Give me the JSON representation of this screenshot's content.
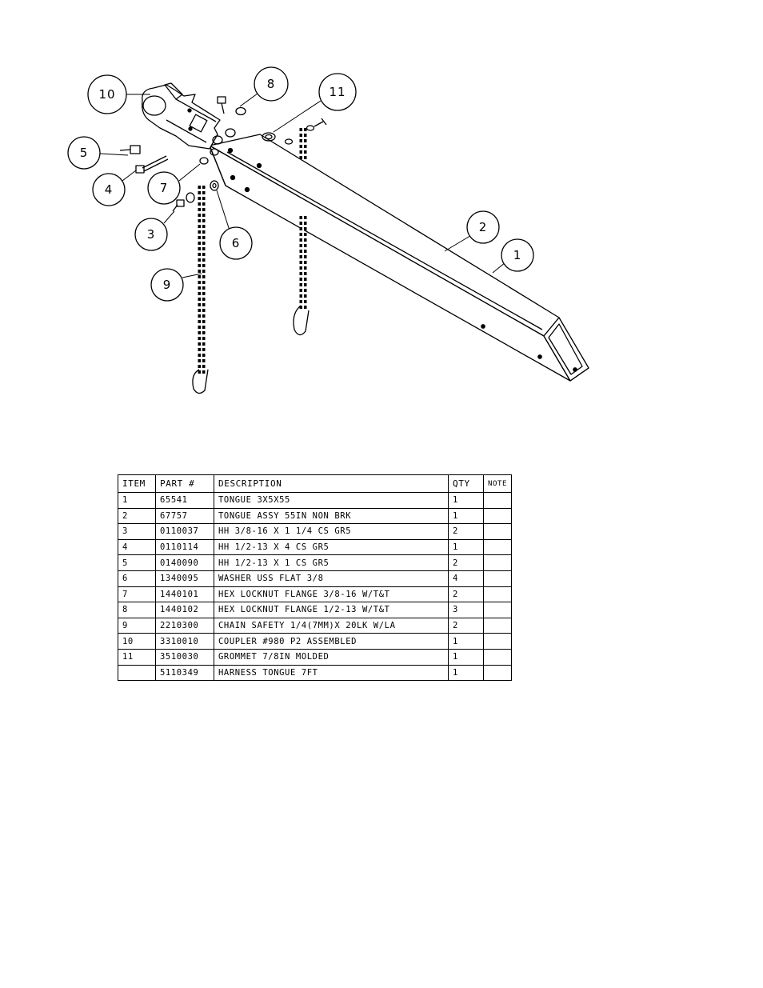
{
  "callouts": [
    {
      "label": "10"
    },
    {
      "label": "8"
    },
    {
      "label": "11"
    },
    {
      "label": "5"
    },
    {
      "label": "4"
    },
    {
      "label": "7"
    },
    {
      "label": "3"
    },
    {
      "label": "6"
    },
    {
      "label": "9"
    },
    {
      "label": "2"
    },
    {
      "label": "1"
    }
  ],
  "bom": {
    "headers": {
      "item": "ITEM",
      "part": "PART #",
      "description": "DESCRIPTION",
      "qty": "QTY",
      "note": "NOTE"
    },
    "rows": [
      {
        "item": "1",
        "part": "65541",
        "description": "TONGUE 3X5X55",
        "qty": "1",
        "note": ""
      },
      {
        "item": "2",
        "part": "67757",
        "description": "TONGUE ASSY 55IN NON BRK",
        "qty": "1",
        "note": ""
      },
      {
        "item": "3",
        "part": "0110037",
        "description": "HH 3/8-16 X 1 1/4 CS GR5",
        "qty": "2",
        "note": ""
      },
      {
        "item": "4",
        "part": "0110114",
        "description": "HH 1/2-13 X 4 CS GR5",
        "qty": "1",
        "note": ""
      },
      {
        "item": "5",
        "part": "0140090",
        "description": "HH 1/2-13 X 1 CS GR5",
        "qty": "2",
        "note": ""
      },
      {
        "item": "6",
        "part": "1340095",
        "description": "WASHER USS FLAT 3/8",
        "qty": "4",
        "note": ""
      },
      {
        "item": "7",
        "part": "1440101",
        "description": "HEX LOCKNUT FLANGE 3/8-16 W/T&T",
        "qty": "2",
        "note": ""
      },
      {
        "item": "8",
        "part": "1440102",
        "description": "HEX LOCKNUT FLANGE 1/2-13 W/T&T",
        "qty": "3",
        "note": ""
      },
      {
        "item": "9",
        "part": "2210300",
        "description": "CHAIN SAFETY 1/4(7MM)X 20LK W/LA",
        "qty": "2",
        "note": ""
      },
      {
        "item": "10",
        "part": "3310010",
        "description": "COUPLER #980 P2 ASSEMBLED",
        "qty": "1",
        "note": ""
      },
      {
        "item": "11",
        "part": "3510030",
        "description": "GROMMET  7/8IN MOLDED",
        "qty": "1",
        "note": ""
      },
      {
        "item": "",
        "part": "5110349",
        "description": "HARNESS   TONGUE 7FT",
        "qty": "1",
        "note": ""
      }
    ]
  }
}
